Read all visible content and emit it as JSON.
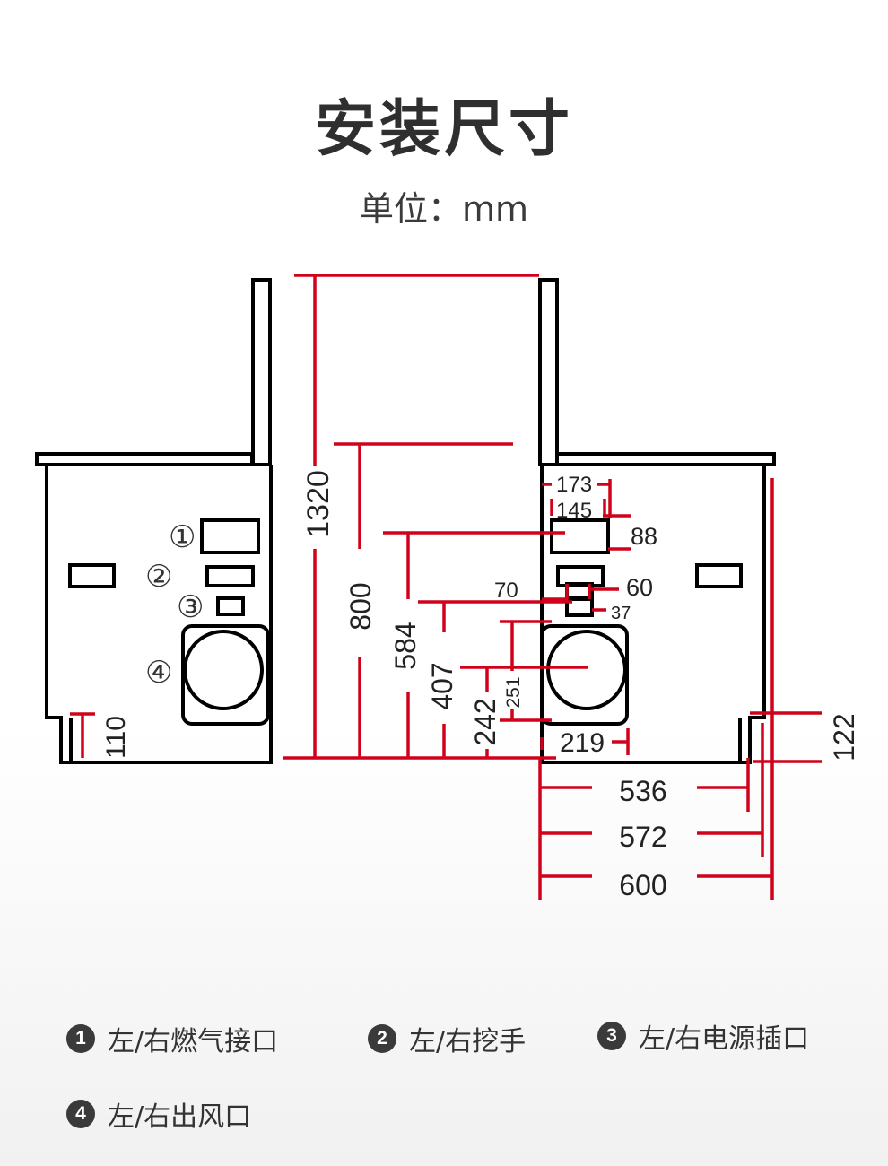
{
  "title": "安装尺寸",
  "unit": "单位：mm",
  "colors": {
    "dimension": "#d0021b",
    "outline": "#000000",
    "text": "#333333"
  },
  "markers": [
    "①",
    "②",
    "③",
    "④"
  ],
  "dimensions": {
    "d1320": "1320",
    "d800": "800",
    "d584": "584",
    "d407": "407",
    "d242": "242",
    "d251": "251",
    "d110": "110",
    "d173": "173",
    "d145": "145",
    "d88": "88",
    "d70": "70",
    "d60": "60",
    "d37": "37",
    "d219": "219",
    "d122": "122",
    "d536": "536",
    "d572": "572",
    "d600": "600"
  },
  "legend": [
    {
      "num": "1",
      "label": "左/右燃气接口"
    },
    {
      "num": "2",
      "label": "左/右挖手"
    },
    {
      "num": "3",
      "label": "左/右电源插口"
    },
    {
      "num": "4",
      "label": "左/右出风口"
    }
  ]
}
